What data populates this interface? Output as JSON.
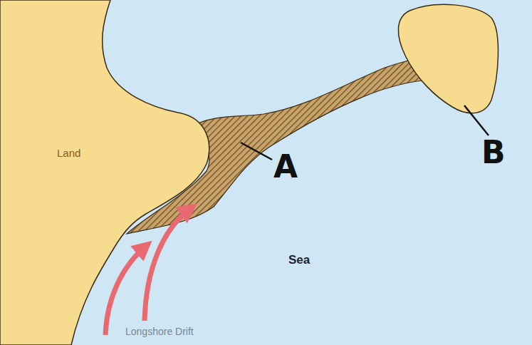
{
  "diagram": {
    "labels": [
      "Land",
      "Sea",
      "Longshore Drift",
      "A",
      "B"
    ]
  }
}
